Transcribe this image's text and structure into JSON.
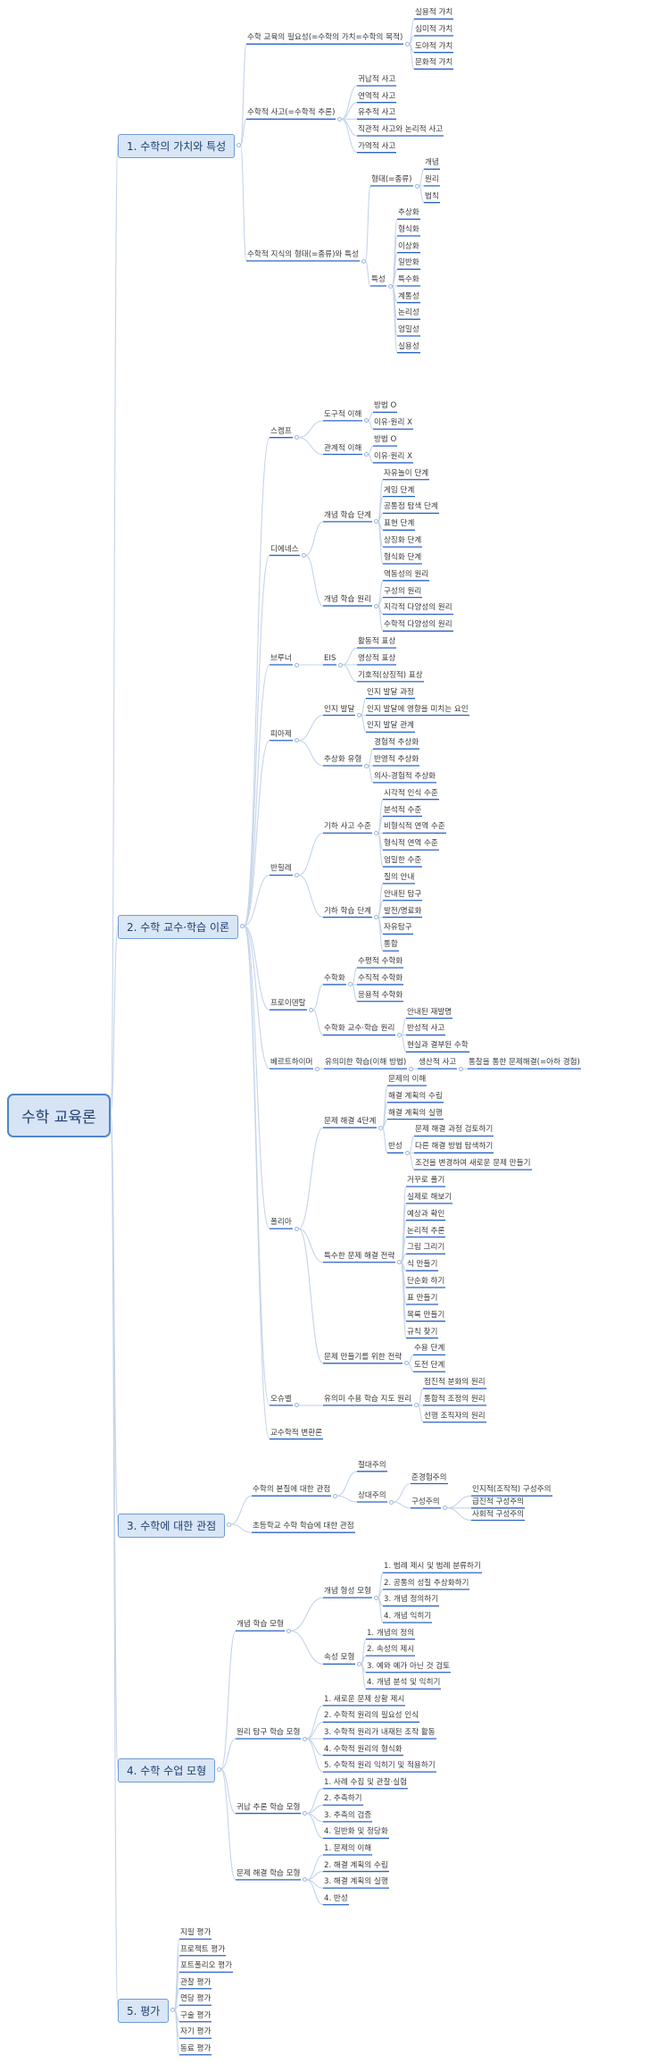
{
  "root": "수학 교육론",
  "branches": [
    {
      "label": "1. 수학의 가치와 특성",
      "children": [
        {
          "label": "수학 교육의 필요성(=수학의 가치=수학의 목적)",
          "children": [
            {
              "label": "실용적 가치"
            },
            {
              "label": "심미적 가치"
            },
            {
              "label": "도야적 가치"
            },
            {
              "label": "문화적 가치"
            }
          ]
        },
        {
          "label": "수학적 사고(=수학적 추론)",
          "children": [
            {
              "label": "귀납적 사고"
            },
            {
              "label": "연역적 사고"
            },
            {
              "label": "유추적 사고"
            },
            {
              "label": "직관적 사고와 논리적 사고"
            },
            {
              "label": "가역적 사고"
            }
          ]
        },
        {
          "label": "수학적 지식의 형태(=종류)와 특성",
          "children": [
            {
              "label": "형태(=종류)",
              "children": [
                {
                  "label": "개념"
                },
                {
                  "label": "원리"
                },
                {
                  "label": "법칙"
                }
              ]
            },
            {
              "label": "특성",
              "children": [
                {
                  "label": "추상화"
                },
                {
                  "label": "형식화"
                },
                {
                  "label": "이상화"
                },
                {
                  "label": "일반화"
                },
                {
                  "label": "특수화"
                },
                {
                  "label": "계통성"
                },
                {
                  "label": "논리성"
                },
                {
                  "label": "엄밀성"
                },
                {
                  "label": "실용성"
                }
              ]
            }
          ]
        }
      ]
    },
    {
      "label": "2. 수학 교수·학습 이론",
      "children": [
        {
          "label": "스켐프",
          "children": [
            {
              "label": "도구적 이해",
              "children": [
                {
                  "label": "방법 O"
                },
                {
                  "label": "이유·원리 X"
                }
              ]
            },
            {
              "label": "관계적 이해",
              "children": [
                {
                  "label": "방법 O"
                },
                {
                  "label": "이유·원리 X"
                }
              ]
            }
          ]
        },
        {
          "label": "디에네스",
          "children": [
            {
              "label": "개념 학습 단계",
              "children": [
                {
                  "label": "자유놀이 단계"
                },
                {
                  "label": "게임 단계"
                },
                {
                  "label": "공통점 탐색 단계"
                },
                {
                  "label": "표현 단계"
                },
                {
                  "label": "상징화 단계"
                },
                {
                  "label": "형식화 단계"
                }
              ]
            },
            {
              "label": "개념 학습 원리",
              "children": [
                {
                  "label": "역동성의 원리"
                },
                {
                  "label": "구성의 원리"
                },
                {
                  "label": "지각적 다양성의 원리"
                },
                {
                  "label": "수학적 다양성의 원리"
                }
              ]
            }
          ]
        },
        {
          "label": "브루너",
          "children": [
            {
              "label": "EIS",
              "children": [
                {
                  "label": "활동적 표상"
                },
                {
                  "label": "영상적 표상"
                },
                {
                  "label": "기호적(상징적) 표상"
                }
              ]
            }
          ]
        },
        {
          "label": "피아제",
          "children": [
            {
              "label": "인지 발달",
              "children": [
                {
                  "label": "인지 발달 과정"
                },
                {
                  "label": "인지 발달에 영향을 미치는 요인"
                },
                {
                  "label": "인지 발달 관계"
                }
              ]
            },
            {
              "label": "추상화 유형",
              "children": [
                {
                  "label": "경험적 추상화"
                },
                {
                  "label": "반영적 추상화"
                },
                {
                  "label": "의사-경험적 추상화"
                }
              ]
            }
          ]
        },
        {
          "label": "반힐레",
          "children": [
            {
              "label": "기하 사고 수준",
              "children": [
                {
                  "label": "시각적 인식 수준"
                },
                {
                  "label": "분석적 수준"
                },
                {
                  "label": "비형식적 연역 수준"
                },
                {
                  "label": "형식적 연역 수준"
                },
                {
                  "label": "엄밀한 수준"
                }
              ]
            },
            {
              "label": "기하 학습 단계",
              "children": [
                {
                  "label": "질의 안내"
                },
                {
                  "label": "안내된 탐구"
                },
                {
                  "label": "발전/명료화"
                },
                {
                  "label": "자유탐구"
                },
                {
                  "label": "통합"
                }
              ]
            }
          ]
        },
        {
          "label": "프로이덴탈",
          "children": [
            {
              "label": "수학화",
              "children": [
                {
                  "label": "수평적 수학화"
                },
                {
                  "label": "수직적 수학화"
                },
                {
                  "label": "응용적 수학화"
                }
              ]
            },
            {
              "label": "수학화 교수·학습 원리",
              "children": [
                {
                  "label": "안내된 재발명"
                },
                {
                  "label": "반성적 사고"
                },
                {
                  "label": "현실과 결부된 수학"
                }
              ]
            }
          ]
        },
        {
          "label": "베르트하이머",
          "children": [
            {
              "label": "유의미한 학습(이해 방법)",
              "children": [
                {
                  "label": "생산적 사고",
                  "children": [
                    {
                      "label": "통찰을 통한 문제해결(=아하 경험)"
                    }
                  ]
                }
              ]
            }
          ]
        },
        {
          "label": "폴리아",
          "children": [
            {
              "label": "문제 해결 4단계",
              "children": [
                {
                  "label": "문제의 이해"
                },
                {
                  "label": "해결 계획의 수립"
                },
                {
                  "label": "해결 계획의 실행"
                },
                {
                  "label": "반성",
                  "children": [
                    {
                      "label": "문제 해결 과정 검토하기"
                    },
                    {
                      "label": "다른 해결 방법 탐색하기"
                    },
                    {
                      "label": "조건을 변경하여 새로운 문제 만들기"
                    }
                  ]
                }
              ]
            },
            {
              "label": "특수한 문제 해결 전략",
              "children": [
                {
                  "label": "거꾸로 풀기"
                },
                {
                  "label": "실제로 해보기"
                },
                {
                  "label": "예상과 확인"
                },
                {
                  "label": "논리적 추론"
                },
                {
                  "label": "그림 그리기"
                },
                {
                  "label": "식 만들기"
                },
                {
                  "label": "단순화 하기"
                },
                {
                  "label": "표 만들기"
                },
                {
                  "label": "목록 만들기"
                },
                {
                  "label": "규칙 찾기"
                }
              ]
            },
            {
              "label": "문제 만들기를 위한 전략",
              "children": [
                {
                  "label": "수용 단계"
                },
                {
                  "label": "도전 단계"
                }
              ]
            }
          ]
        },
        {
          "label": "오슈벨",
          "children": [
            {
              "label": "유의미 수용 학습 지도 원리",
              "children": [
                {
                  "label": "점진적 분화의 원리"
                },
                {
                  "label": "통합적 조정의 원리"
                },
                {
                  "label": "선행 조직자의 원리"
                }
              ]
            }
          ]
        },
        {
          "label": "교수학적 변환론"
        }
      ]
    },
    {
      "label": "3. 수학에 대한 관점",
      "children": [
        {
          "label": "수학의 본질에 대한 관점",
          "children": [
            {
              "label": "절대주의"
            },
            {
              "label": "상대주의",
              "children": [
                {
                  "label": "준경험주의"
                },
                {
                  "label": "구성주의",
                  "children": [
                    {
                      "label": "인지적(조작적) 구성주의"
                    },
                    {
                      "label": "급진적 구성주의"
                    },
                    {
                      "label": "사회적 구성주의"
                    }
                  ]
                }
              ]
            }
          ]
        },
        {
          "label": "초등학교 수학 학습에 대한 관점"
        }
      ]
    },
    {
      "label": "4. 수학 수업 모형",
      "children": [
        {
          "label": "개념 학습 모형",
          "children": [
            {
              "label": "개념 형성 모형",
              "children": [
                {
                  "label": "1. 범례 제시 및 범례 분류하기"
                },
                {
                  "label": "2. 공통의 성질 추상화하기"
                },
                {
                  "label": "3. 개념 정의하기"
                },
                {
                  "label": "4. 개념 익히기"
                }
              ]
            },
            {
              "label": "속성 모형",
              "children": [
                {
                  "label": "1. 개념의 정의"
                },
                {
                  "label": "2. 속성의 제시"
                },
                {
                  "label": "3. 예와 예가 아닌 것 검토"
                },
                {
                  "label": "4. 개념 분석 및 익히기"
                }
              ]
            }
          ]
        },
        {
          "label": "원리 탐구 학습 모형",
          "children": [
            {
              "label": "1. 새로운 문제 상황 제시"
            },
            {
              "label": "2. 수학적 원리의 필요성 인식"
            },
            {
              "label": "3. 수학적 원리가 내재된 조작 활동"
            },
            {
              "label": "4. 수학적 원리의 형식화"
            },
            {
              "label": "5. 수학적 원리 익히기 및 적용하기"
            }
          ]
        },
        {
          "label": "귀납 추론 학습 모형",
          "children": [
            {
              "label": "1. 사례 수집 및 관찰·실험"
            },
            {
              "label": "2. 추측하기"
            },
            {
              "label": "3. 추측의 검증"
            },
            {
              "label": "4. 일반화 및 정당화"
            }
          ]
        },
        {
          "label": "문제 해결 학습 모형",
          "children": [
            {
              "label": "1. 문제의 이해"
            },
            {
              "label": "2. 해결 계획의 수립"
            },
            {
              "label": "3. 해결 계획의 실행"
            },
            {
              "label": "4. 반성"
            }
          ]
        }
      ]
    },
    {
      "label": "5. 평가",
      "children": [
        {
          "label": "지필 평가"
        },
        {
          "label": "프로젝트 평가"
        },
        {
          "label": "포트폴리오 평가"
        },
        {
          "label": "관찰 평가"
        },
        {
          "label": "면담 평가"
        },
        {
          "label": "구술 평가"
        },
        {
          "label": "자기 평가"
        },
        {
          "label": "동료 평가"
        }
      ]
    }
  ]
}
